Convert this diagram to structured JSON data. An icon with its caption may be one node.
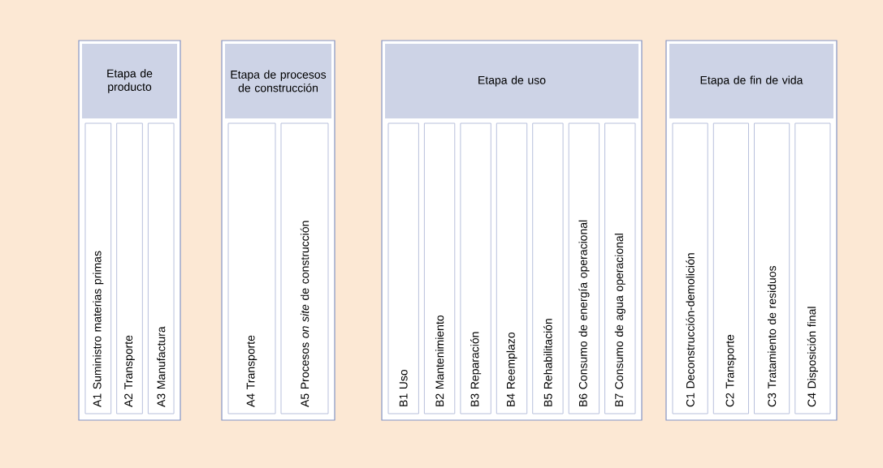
{
  "diagram": {
    "nodes": [
      {
        "text": [
          "Etapa de producto"
        ]
      },
      {
        "text": [
          "A1 Suministro materias primas"
        ],
        "in": 0
      },
      {
        "text": [
          "A2 Transporte"
        ],
        "in": 0
      },
      {
        "text": [
          "A3 Manufactura"
        ],
        "in": 0
      },
      {
        "text": [
          "Etapa de procesos de construcción"
        ]
      },
      {
        "text": [
          "A4 Transporte"
        ],
        "in": 4
      },
      {
        "text": [
          "A5 Procesos *on site* de construcción"
        ],
        "in": 4
      },
      {
        "text": [
          "Etapa de uso"
        ]
      },
      {
        "text": [
          "B1 Uso"
        ],
        "in": 7
      },
      {
        "text": [
          "B2 Mantenimiento"
        ],
        "in": 7
      },
      {
        "text": [
          "B3 Reparación"
        ],
        "in": 7
      },
      {
        "text": [
          "B4 Reemplazo"
        ],
        "in": 7
      },
      {
        "text": [
          "B5 Rehabilitación"
        ],
        "in": 7
      },
      {
        "text": [
          "B6 Consumo de energía operacional"
        ],
        "in": 7
      },
      {
        "text": [
          "B7 Consumo de agua operacional"
        ],
        "in": 7
      },
      {
        "text": [
          "Etapa de fin de vida"
        ]
      },
      {
        "text": [
          "C1 Deconstrucción-demolición"
        ],
        "in": 15
      },
      {
        "text": [
          "C2 Transporte"
        ],
        "in": 15
      },
      {
        "text": [
          "C3 Tratamiento de residuos"
        ],
        "in": 15
      },
      {
        "text": [
          "C4 Disposición final"
        ],
        "in": 15
      }
    ]
  }
}
